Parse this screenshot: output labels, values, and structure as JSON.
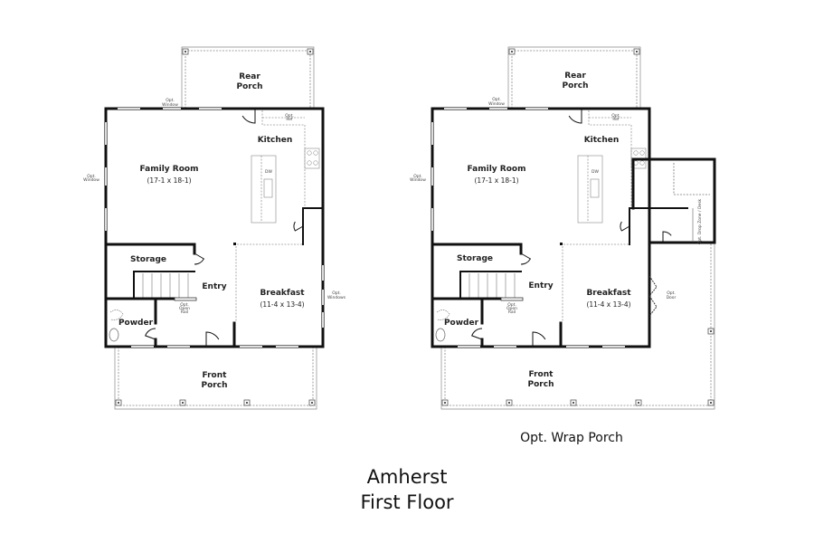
{
  "plans": [
    {
      "rooms": {
        "rear_porch": [
          "Rear",
          "Porch"
        ],
        "kitchen": "Kitchen",
        "family_room": "Family Room",
        "family_room_dim": "(17-1 x 18-1)",
        "storage": "Storage",
        "entry": "Entry",
        "breakfast": "Breakfast",
        "breakfast_dim": "(11-4 x 13-4)",
        "powder": "Powder",
        "front_porch": [
          "Front",
          "Porch"
        ]
      },
      "notes": {
        "opt_window_top": [
          "Opt.",
          "Window"
        ],
        "opt_window_left": [
          "Opt.",
          "Window"
        ],
        "opt_ref": [
          "Opt.",
          "Ref"
        ],
        "dw": "DW",
        "opt_open_rail": [
          "Opt.",
          "Open",
          "Rail"
        ],
        "opt_side": [
          "Opt.",
          "Windows"
        ]
      }
    },
    {
      "caption": "Opt. Wrap Porch",
      "rooms": {
        "rear_porch": [
          "Rear",
          "Porch"
        ],
        "kitchen": "Kitchen",
        "family_room": "Family Room",
        "family_room_dim": "(17-1 x 18-1)",
        "storage": "Storage",
        "entry": "Entry",
        "breakfast": "Breakfast",
        "breakfast_dim": "(11-4 x 13-4)",
        "powder": "Powder",
        "front_porch": [
          "Front",
          "Porch"
        ]
      },
      "notes": {
        "opt_window_top": [
          "Opt.",
          "Window"
        ],
        "opt_window_left": [
          "Opt.",
          "Window"
        ],
        "opt_ref": [
          "Opt.",
          "Ref"
        ],
        "dw": "DW",
        "opt_open_rail": [
          "Opt.",
          "Open",
          "Rail"
        ],
        "opt_side": [
          "Opt.",
          "Door"
        ],
        "opt_drop_zone": "Opt. Drop Zone / Desk"
      }
    }
  ],
  "title": {
    "line1": "Amherst",
    "line2": "First Floor"
  },
  "colors": {
    "wall": "#111111",
    "porch": "#888888",
    "counter": "#999999"
  }
}
